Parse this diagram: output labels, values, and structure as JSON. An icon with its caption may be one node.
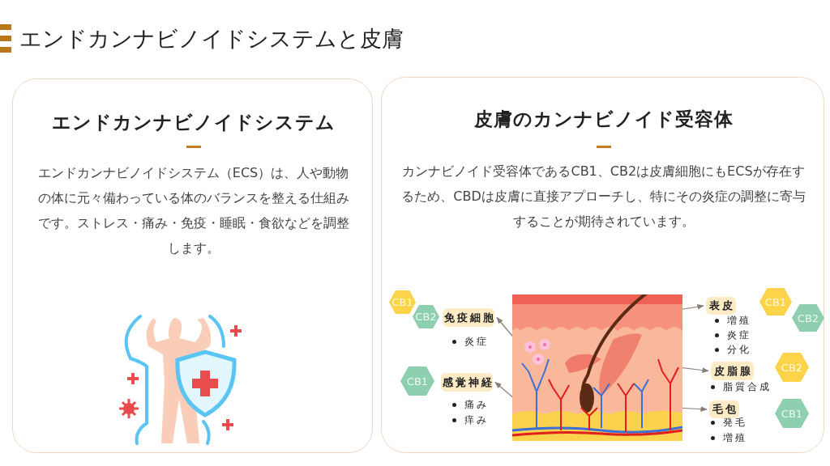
{
  "diagram": {
    "title": "エンドカンナビノイドシステムと皮膚",
    "nodes": [
      {
        "text": [
          "エンドカンナビノイドシステム",
          "エンドカンナビノイドシステム（ECS）は、人や動物の体に元々備わっている体のバランスを整える仕組みです。ストレス・痛み・免疫・睡眠・食欲などを調整します。"
        ]
      },
      {
        "text": [
          "皮膚のカンナビノイド受容体",
          "カンナビノイド受容体であるCB1、CB2は皮膚細胞にもECSが存在するため、CBDは皮膚に直接アプローチし、特にその炎症の調整に寄与することが期待されています。"
        ]
      },
      {
        "text": [],
        "shape": "picture",
        "in": 1
      },
      {
        "text": [
          "CB1"
        ],
        "in": 1
      },
      {
        "text": [
          "CB2"
        ],
        "in": 1
      },
      {
        "text": [
          "免疫細胞"
        ],
        "beside": [
          "炎症"
        ],
        "in": 1
      },
      {
        "text": [
          "CB1"
        ],
        "in": 1
      },
      {
        "text": [
          "感覚神経"
        ],
        "beside": [
          "痛み",
          "痒み"
        ],
        "in": 1
      },
      {
        "text": [
          "表皮"
        ],
        "beside": [
          "増殖",
          "炎症",
          "分化"
        ],
        "in": 1
      },
      {
        "text": [
          "CB1"
        ],
        "in": 1
      },
      {
        "text": [
          "CB2"
        ],
        "in": 1
      },
      {
        "text": [
          "皮脂腺"
        ],
        "beside": [
          "脂質合成"
        ],
        "in": 1
      },
      {
        "text": [
          "CB2"
        ],
        "in": 1
      },
      {
        "text": [
          "毛包"
        ],
        "beside": [
          "発毛",
          "増殖"
        ],
        "in": 1
      },
      {
        "text": [
          "CB1"
        ],
        "in": 1
      }
    ],
    "edges": [
      {
        "from": 2,
        "to": 5,
        "arrow": "to"
      },
      {
        "from": 2,
        "to": 7,
        "arrow": "to"
      },
      {
        "from": 2,
        "to": 8,
        "arrow": "to"
      },
      {
        "from": 2,
        "to": 11,
        "arrow": "to"
      },
      {
        "from": 2,
        "to": 13,
        "arrow": "to"
      }
    ]
  }
}
